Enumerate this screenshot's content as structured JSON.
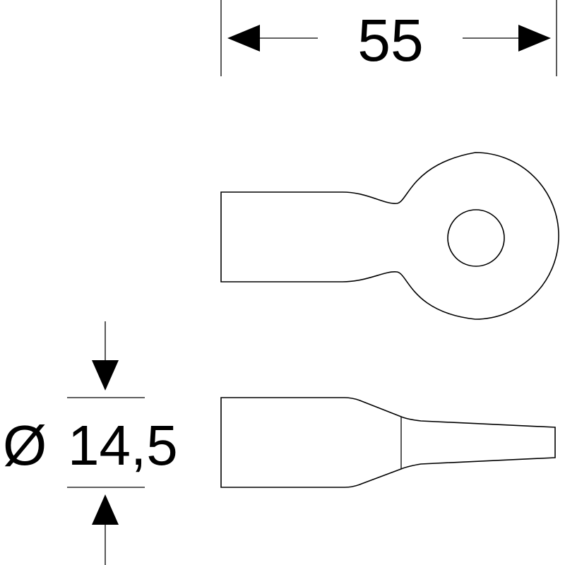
{
  "drawing": {
    "width_dimension": "55",
    "diameter_symbol": "Ø",
    "diameter_value": "14,5"
  },
  "colors": {
    "line": "#000000",
    "background": "#ffffff"
  }
}
